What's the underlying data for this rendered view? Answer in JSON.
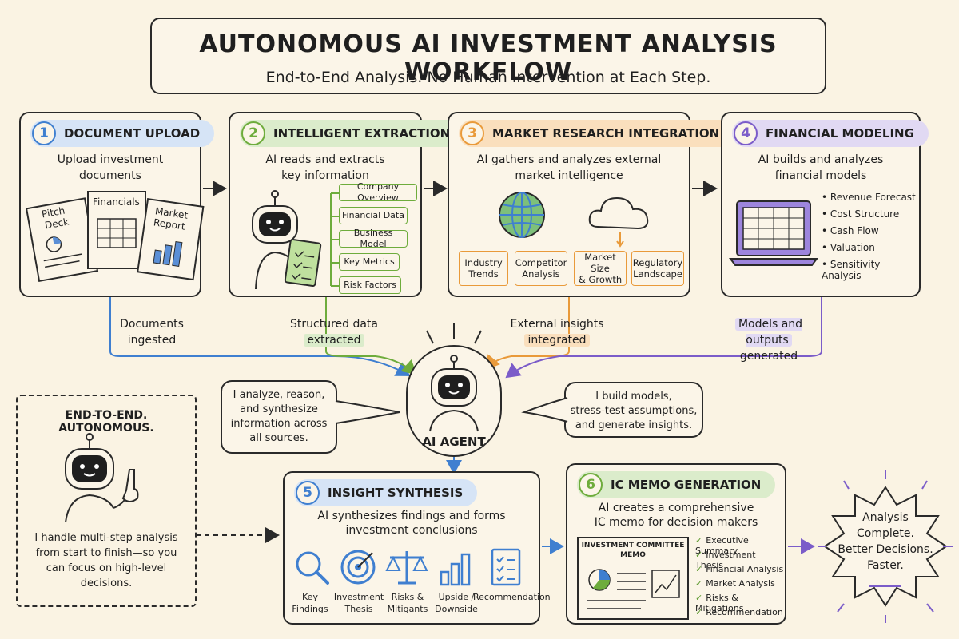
{
  "header": {
    "title": "AUTONOMOUS AI INVESTMENT ANALYSIS WORKFLOW",
    "subtitle": "End-to-End Analysis. No Human Intervention at Each Step."
  },
  "colors": {
    "blue": "#3f7fd0",
    "green": "#6eac3c",
    "orange": "#e99a3a",
    "purple": "#7b5cc9",
    "ink": "#2a2a2a",
    "paper": "#fbf5e8"
  },
  "steps": [
    {
      "num": "1",
      "title": "DOCUMENT UPLOAD",
      "desc1": "Upload investment",
      "desc2": "documents",
      "docs": {
        "pitch_line1": "Pitch",
        "pitch_line2": "Deck",
        "financials": "Financials",
        "market_line1": "Market",
        "market_line2": "Report"
      }
    },
    {
      "num": "2",
      "title": "INTELLIGENT EXTRACTION",
      "desc1": "AI reads and extracts",
      "desc2": "key information",
      "items": [
        "Company Overview",
        "Financial Data",
        "Business Model",
        "Key Metrics",
        "Risk Factors"
      ]
    },
    {
      "num": "3",
      "title": "MARKET RESEARCH INTEGRATION",
      "desc1": "AI gathers and analyzes external",
      "desc2": "market intelligence",
      "chips": [
        {
          "l1": "Industry",
          "l2": "Trends"
        },
        {
          "l1": "Competitor",
          "l2": "Analysis"
        },
        {
          "l1": "Market Size",
          "l2": "& Growth"
        },
        {
          "l1": "Regulatory",
          "l2": "Landscape"
        }
      ]
    },
    {
      "num": "4",
      "title": "FINANCIAL MODELING",
      "desc1": "AI builds and analyzes",
      "desc2": "financial models",
      "bullets": [
        "Revenue Forecast",
        "Cost Structure",
        "Cash Flow",
        "Valuation",
        "Sensitivity Analysis"
      ]
    }
  ],
  "flows": [
    {
      "l1": "Documents",
      "l2": "ingested"
    },
    {
      "l1": "Structured data",
      "l2": "extracted"
    },
    {
      "l1": "External insights",
      "l2": "integrated"
    },
    {
      "l1": "Models and outputs",
      "l2": "generated"
    }
  ],
  "agent": {
    "label": "AI AGENT",
    "left_bubble": [
      "I analyze, reason,",
      "and synthesize",
      "information across",
      "all sources."
    ],
    "right_bubble": [
      "I build models,",
      "stress-test assumptions,",
      "and generate insights."
    ]
  },
  "autonomous": {
    "title": "END-TO-END. AUTONOMOUS.",
    "text": [
      "I handle multi-step analysis",
      "from start to finish—so you",
      "can focus on high-level",
      "decisions."
    ]
  },
  "synthesis": {
    "num": "5",
    "title": "INSIGHT SYNTHESIS",
    "desc1": "AI synthesizes findings and forms",
    "desc2": "investment conclusions",
    "icons": [
      {
        "l1": "Key",
        "l2": "Findings"
      },
      {
        "l1": "Investment",
        "l2": "Thesis"
      },
      {
        "l1": "Risks &",
        "l2": "Mitigants"
      },
      {
        "l1": "Upside /",
        "l2": "Downside"
      },
      {
        "l1": "Recommendation",
        "l2": ""
      }
    ]
  },
  "memo": {
    "num": "6",
    "title": "IC MEMO GENERATION",
    "desc1": "AI creates a comprehensive",
    "desc2": "IC memo for decision makers",
    "doc_line1": "INVESTMENT COMMITTEE",
    "doc_line2": "MEMO",
    "items": [
      "Executive Summary",
      "Investment Thesis",
      "Financial Analysis",
      "Market Analysis",
      "Risks & Mitigations",
      "Recommendation"
    ]
  },
  "final": {
    "lines": [
      "Analysis",
      "Complete.",
      "Better Decisions.",
      "Faster."
    ]
  }
}
